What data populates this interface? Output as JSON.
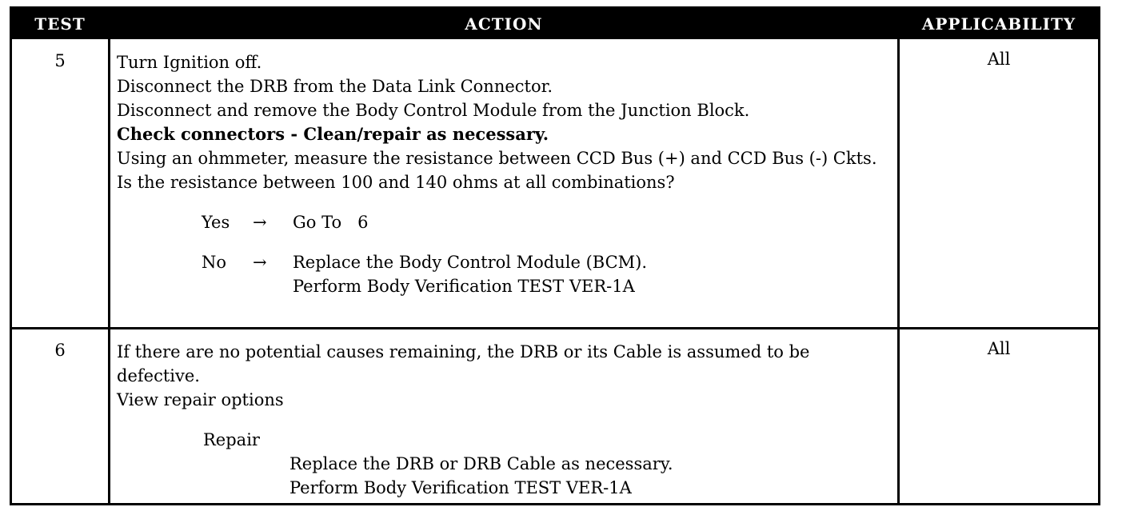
{
  "header": {
    "test": "TEST",
    "action": "ACTION",
    "applicability": "APPLICABILITY"
  },
  "rows": [
    {
      "test": "5",
      "applicability": "All",
      "lines": [
        "Turn Ignition off.",
        "Disconnect the DRB from the Data Link Connector.",
        "Disconnect and remove the Body Control Module from the Junction Block.",
        "Check connectors - Clean/repair as necessary.",
        "Using an ohmmeter, measure the resistance between CCD Bus (+) and CCD Bus (-) Ckts.",
        "Is the resistance between 100 and 140 ohms at all combinations?"
      ],
      "yes": {
        "label": "Yes",
        "arrow": "→",
        "result": "Go To   6"
      },
      "no": {
        "label": "No",
        "arrow": "→",
        "result1": "Replace the Body Control Module (BCM).",
        "result2": "Perform Body Verification TEST VER-1A"
      }
    },
    {
      "test": "6",
      "applicability": "All",
      "lines": [
        "If there are no potential causes remaining, the DRB or its Cable is assumed to be defective.",
        "View repair options"
      ],
      "repair": {
        "label": "Repair",
        "line1": "Replace the DRB or DRB Cable as necessary.",
        "line2": "Perform Body Verification TEST VER-1A"
      }
    }
  ]
}
